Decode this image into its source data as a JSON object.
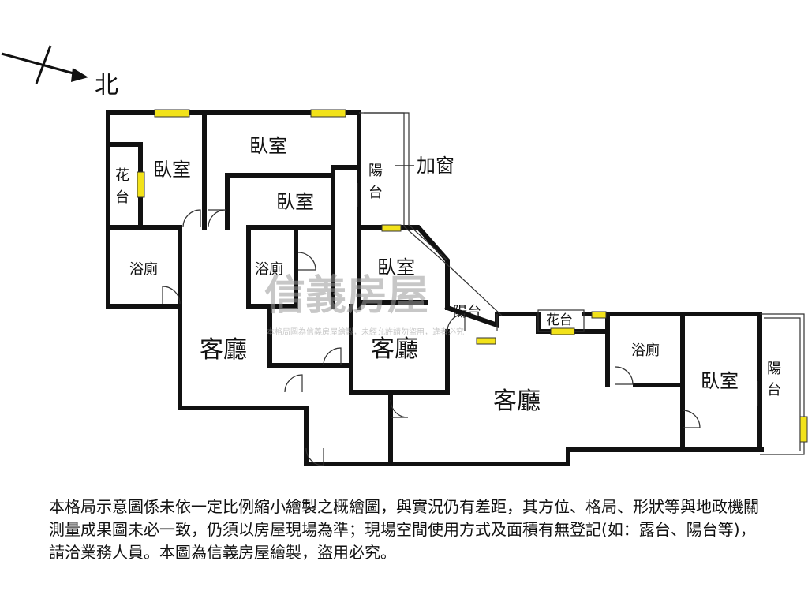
{
  "compass": {
    "label": "北"
  },
  "rooms": {
    "bedroom_nw": "臥室",
    "bedroom_n": "臥室",
    "bedroom_mid": "臥室",
    "bedroom_c": "臥室",
    "bedroom_e": "臥室",
    "planter_w": "花台",
    "planter_e": "花台",
    "bath_w": "浴廁",
    "bath_mid": "浴廁",
    "bath_e": "浴廁",
    "living_w": "客廳",
    "living_mid": "客廳",
    "living_e": "客廳",
    "balcony_n": "陽台",
    "balcony_c": "陽台",
    "balcony_e": "陽台"
  },
  "annotation": {
    "add_window": "加窗"
  },
  "watermark": {
    "brand": "信義房屋",
    "notice": "本格局圖為信義房屋繪製，未經允許請勿盜用，違者必究"
  },
  "disclaimer": "本格局示意圖係未依一定比例縮小繪製之概繪圖，與實況仍有差距，其方位、格局、形狀等與地政機關測量成果圖未必一致，仍須以房屋現場為準；現場空間使用方式及面積有無登記(如：露台、陽台等)，請洽業務人員。本圖為信義房屋繪製，盜用必究。"
}
